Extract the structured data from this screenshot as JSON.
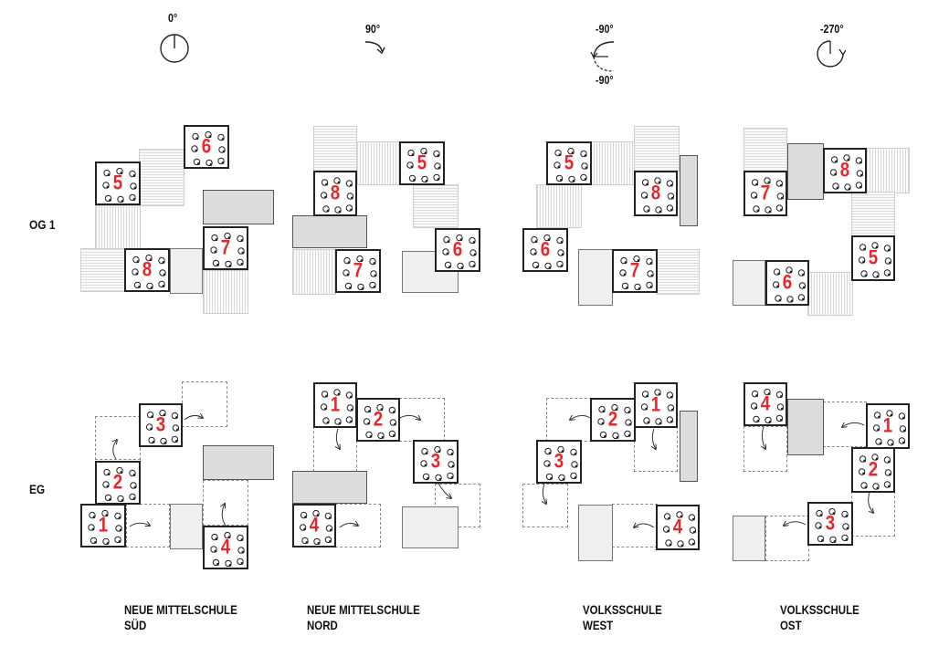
{
  "rotations": {
    "col1": "0°",
    "col2": "90°",
    "col3_top": "-90°",
    "col3_bottom": "-90°",
    "col4": "-270°"
  },
  "rows": {
    "upper": "OG 1",
    "lower": "EG"
  },
  "schools": [
    {
      "line1": "NEUE MITTELSCHULE",
      "line2": "SÜD"
    },
    {
      "line1": "NEUE MITTELSCHULE",
      "line2": "NORD"
    },
    {
      "line1": "VOLKSSCHULE",
      "line2": "WEST"
    },
    {
      "line1": "VOLKSSCHULE",
      "line2": "OST"
    }
  ],
  "rooms": {
    "r1": "1",
    "r2": "2",
    "r3": "3",
    "r4": "4",
    "r5": "5",
    "r6": "6",
    "r7": "7",
    "r8": "8"
  },
  "colors": {
    "room_number": "#e8262a",
    "outline": "#222222"
  },
  "icons": [
    "rotation-0-icon",
    "rotation-90-icon",
    "rotation-minus90-icon",
    "rotation-minus270-icon",
    "flow-arrow-icon"
  ]
}
